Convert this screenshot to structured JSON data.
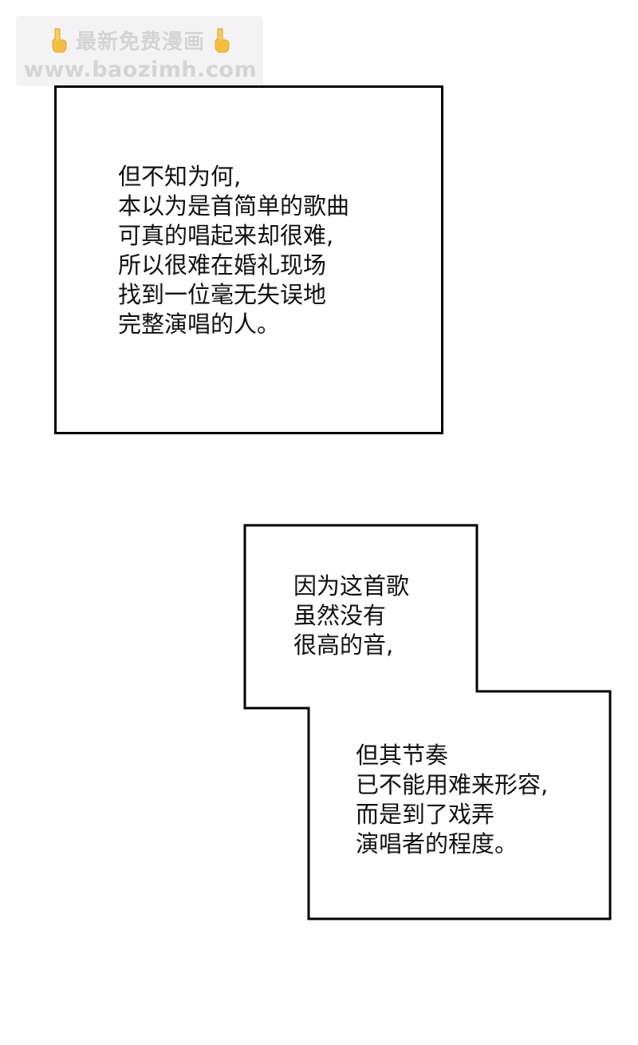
{
  "watermark": {
    "title": "最新免费漫画",
    "url": "www.baozimh.com",
    "icon": "pointing-down-hand-icon",
    "icon_color": "#f5b82a"
  },
  "panels": [
    {
      "lines": [
        "但不知为何,",
        "本以为是首简单的歌曲",
        "可真的唱起来却很难,",
        "所以很难在婚礼现场",
        "找到一位毫无失误地",
        "完整演唱的人。"
      ]
    },
    {
      "upper_lines": [
        "因为这首歌",
        "虽然没有",
        "很高的音,"
      ],
      "lower_lines": [
        "但其节奏",
        "已不能用难来形容,",
        "而是到了戏弄",
        "演唱者的程度。"
      ]
    }
  ]
}
